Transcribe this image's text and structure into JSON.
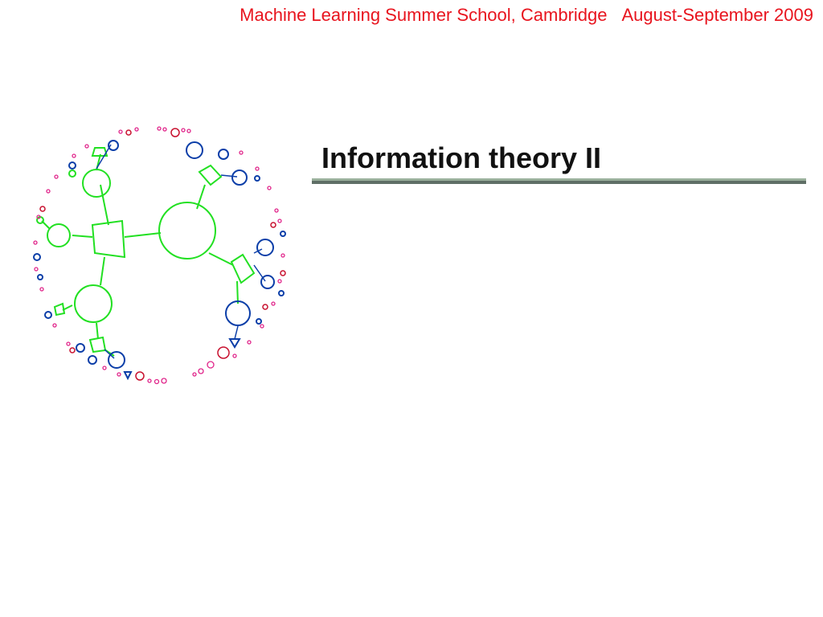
{
  "header": {
    "event": "Machine Learning Summer School, Cambridge",
    "dates": "August-September 2009"
  },
  "slide": {
    "title": "Information theory II"
  },
  "figure": {
    "kind": "hyperbolic-tree-illustration",
    "colors": {
      "green": "#22e022",
      "blue": "#0b3ea8",
      "red": "#c8102e",
      "magenta": "#e0248a"
    }
  }
}
